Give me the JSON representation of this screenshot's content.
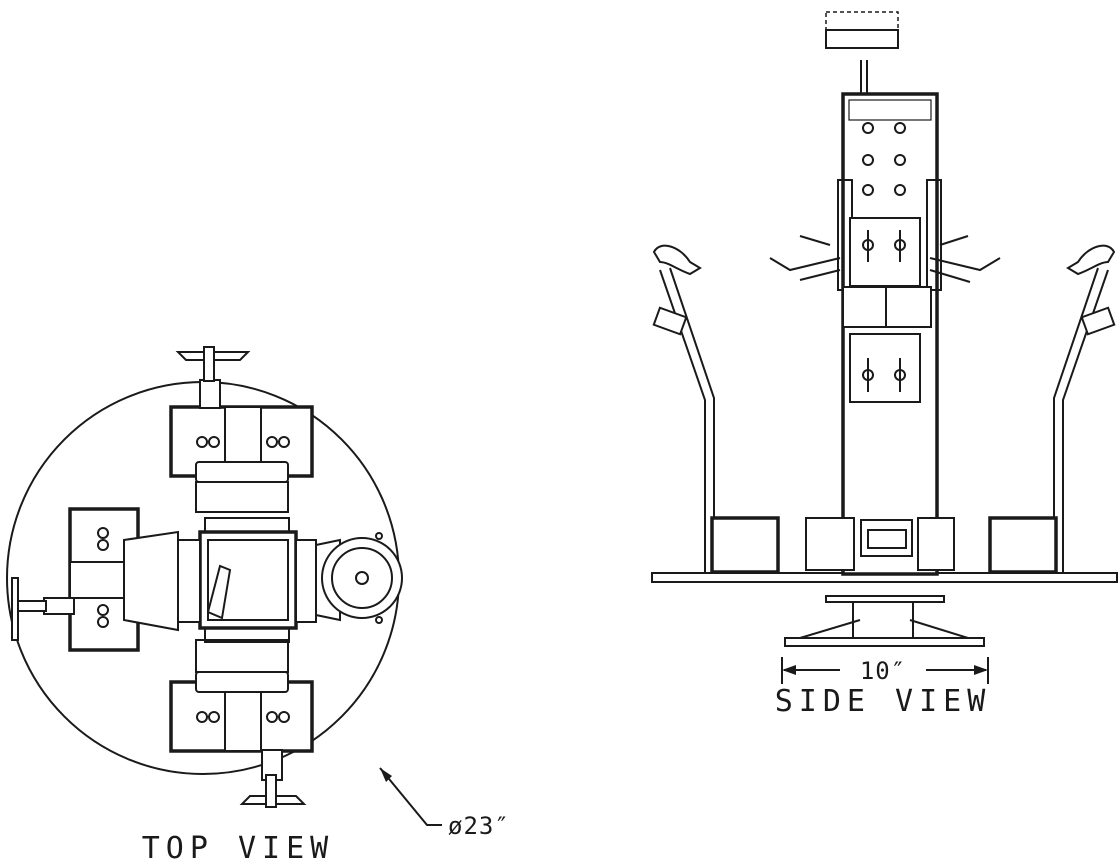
{
  "labels": {
    "top_view": "TOP VIEW",
    "side_view": "SIDE VIEW",
    "diameter": "ø23″",
    "width": "10″"
  }
}
